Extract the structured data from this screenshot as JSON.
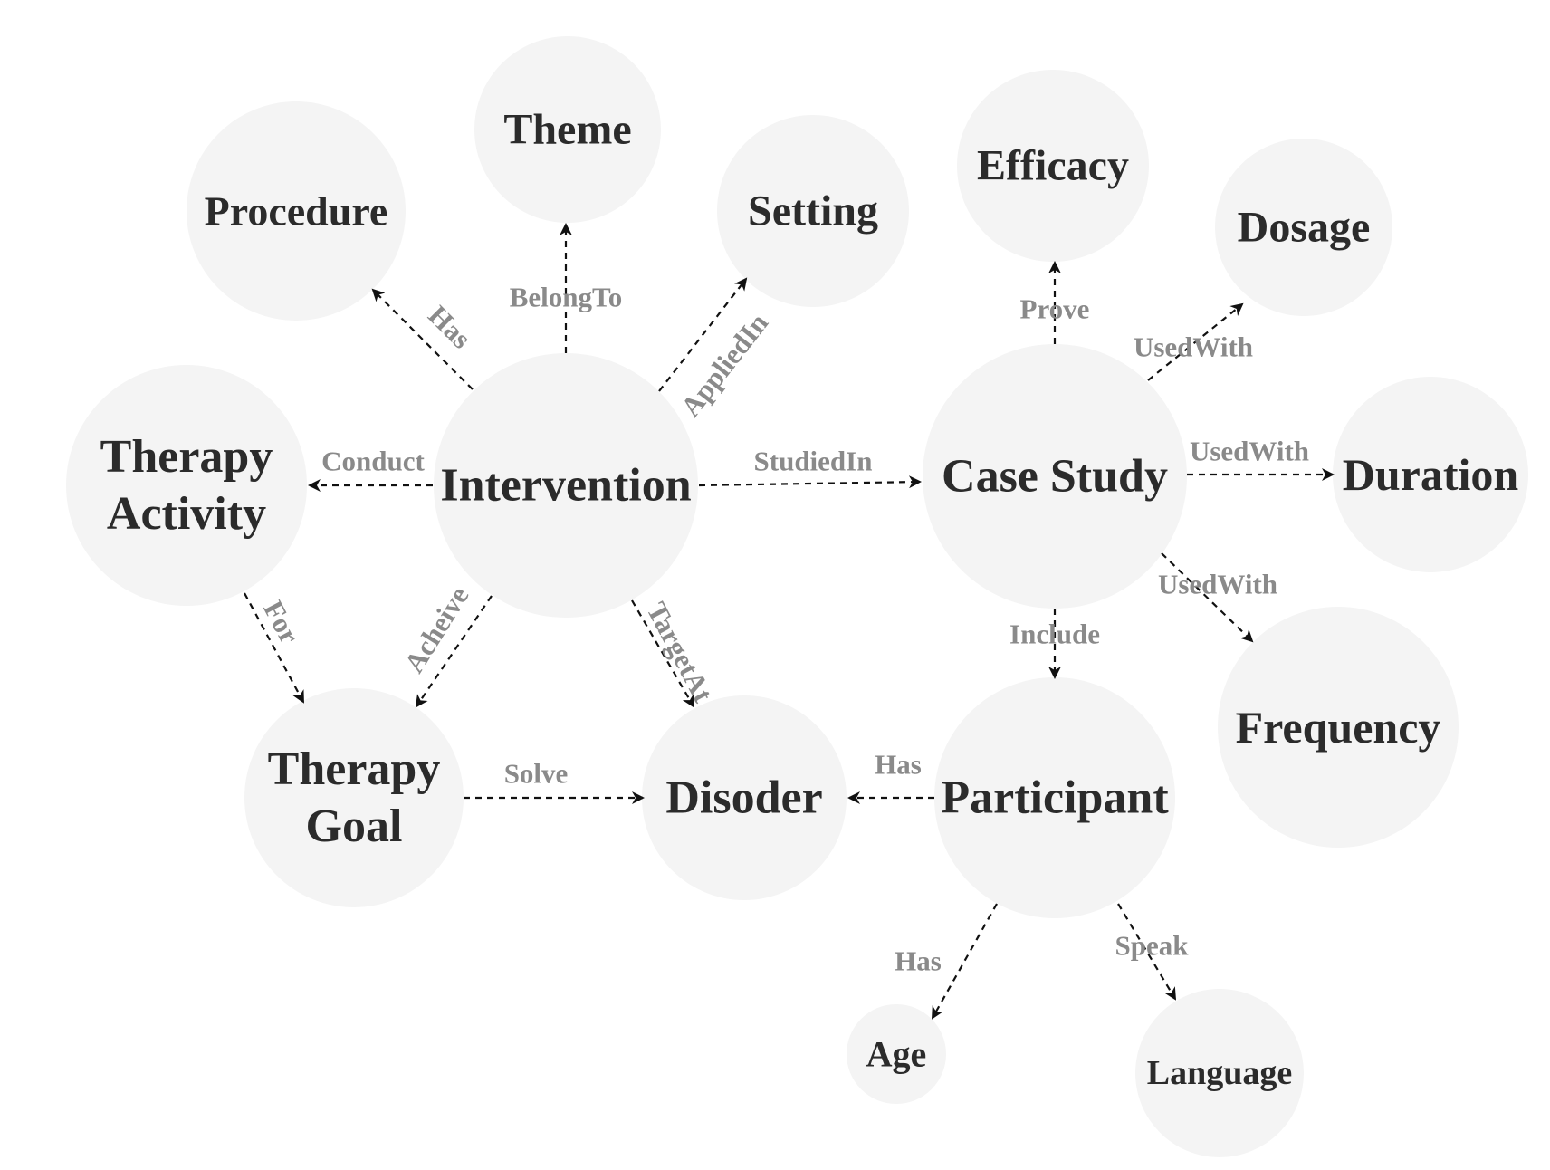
{
  "nodes": [
    {
      "id": "procedure",
      "lines": [
        "Procedure"
      ]
    },
    {
      "id": "theme",
      "lines": [
        "Theme"
      ]
    },
    {
      "id": "setting",
      "lines": [
        "Setting"
      ]
    },
    {
      "id": "efficacy",
      "lines": [
        "Efficacy"
      ]
    },
    {
      "id": "dosage",
      "lines": [
        "Dosage"
      ]
    },
    {
      "id": "therapy-activity",
      "lines": [
        "Therapy",
        "Activity"
      ]
    },
    {
      "id": "intervention",
      "lines": [
        "Intervention"
      ]
    },
    {
      "id": "case-study",
      "lines": [
        "Case Study"
      ]
    },
    {
      "id": "duration",
      "lines": [
        "Duration"
      ]
    },
    {
      "id": "frequency",
      "lines": [
        "Frequency"
      ]
    },
    {
      "id": "therapy-goal",
      "lines": [
        "Therapy",
        "Goal"
      ]
    },
    {
      "id": "disoder",
      "lines": [
        "Disoder"
      ]
    },
    {
      "id": "participant",
      "lines": [
        "Participant"
      ]
    },
    {
      "id": "age",
      "lines": [
        "Age"
      ]
    },
    {
      "id": "language",
      "lines": [
        "Language"
      ]
    }
  ],
  "edges": [
    {
      "from": "intervention",
      "to": "procedure",
      "label": "Has"
    },
    {
      "from": "intervention",
      "to": "theme",
      "label": "BelongTo"
    },
    {
      "from": "intervention",
      "to": "setting",
      "label": "AppliedIn"
    },
    {
      "from": "intervention",
      "to": "therapy-activity",
      "label": "Conduct"
    },
    {
      "from": "intervention",
      "to": "case-study",
      "label": "StudiedIn"
    },
    {
      "from": "intervention",
      "to": "therapy-goal",
      "label": "Acheive"
    },
    {
      "from": "intervention",
      "to": "disoder",
      "label": "TargetAt"
    },
    {
      "from": "therapy-activity",
      "to": "therapy-goal",
      "label": "For"
    },
    {
      "from": "therapy-goal",
      "to": "disoder",
      "label": "Solve"
    },
    {
      "from": "case-study",
      "to": "efficacy",
      "label": "Prove"
    },
    {
      "from": "case-study",
      "to": "dosage",
      "label": "UsedWith"
    },
    {
      "from": "case-study",
      "to": "duration",
      "label": "UsedWith"
    },
    {
      "from": "case-study",
      "to": "frequency",
      "label": "UsedWith"
    },
    {
      "from": "case-study",
      "to": "participant",
      "label": "Include"
    },
    {
      "from": "participant",
      "to": "disoder",
      "label": "Has"
    },
    {
      "from": "participant",
      "to": "age",
      "label": "Has"
    },
    {
      "from": "participant",
      "to": "language",
      "label": "Speak"
    }
  ],
  "colors": {
    "node_fill": "#f4f4f4",
    "node_text": "#2b2b2b",
    "edge_line": "#111111",
    "edge_label": "#8a8a8a"
  }
}
